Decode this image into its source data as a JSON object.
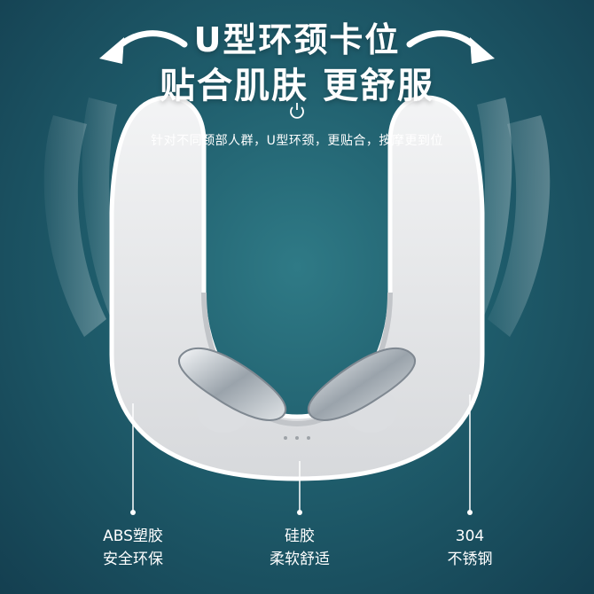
{
  "headline": {
    "line1": "U型环颈卡位",
    "line2": "贴合肌肤 更舒服"
  },
  "subtitle": "针对不同颈部人群，U型环颈，更贴合，按摩更到位",
  "callouts": [
    {
      "line1": "ABS塑胶",
      "line2": "安全环保"
    },
    {
      "line1": "硅胶",
      "line2": "柔软舒适"
    },
    {
      "line1": "304",
      "line2": "不锈钢"
    }
  ],
  "colors": {
    "background": "#1f5d6c",
    "device_body": "#e6e7e9",
    "text": "#ffffff"
  },
  "icons": [
    "curved-arrow-left-icon",
    "curved-arrow-right-icon",
    "power-button-icon"
  ]
}
